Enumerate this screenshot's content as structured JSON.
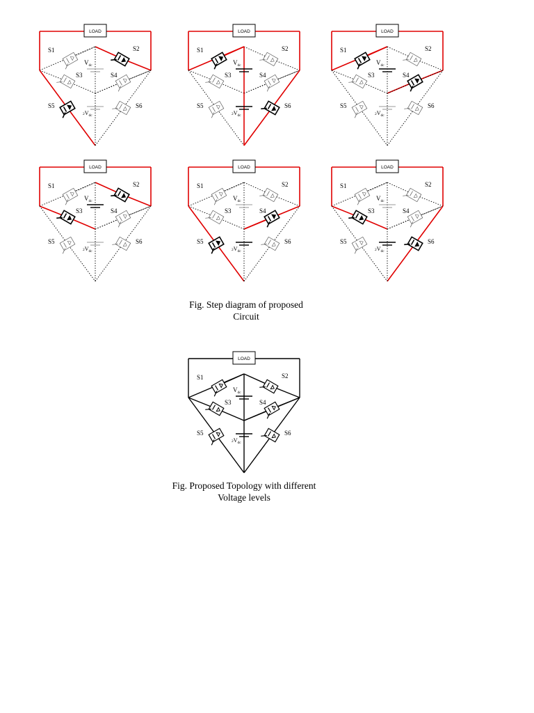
{
  "colors": {
    "active": "#e00000",
    "wire": "#000000",
    "box": "#bfbfbf"
  },
  "labels": {
    "load": "LOAD",
    "s1": "S1",
    "s2": "S2",
    "s3": "S3",
    "s4": "S4",
    "s5": "S5",
    "s6": "S6",
    "vdc_main": "V",
    "vdc_sub": "dc",
    "v2_prefix": "2",
    "v2_main": "V",
    "v2_sub": "dc"
  },
  "step_diagrams": [
    {
      "label": "step-1",
      "active_switches": [
        "S2",
        "S5"
      ],
      "active_sources": [],
      "red_wires": [
        "load-left",
        "load-right",
        "load-top",
        "left-lower",
        "s2-to-right-corner",
        "s5-to-bottom",
        "s2-to-center"
      ]
    },
    {
      "label": "step-2",
      "active_switches": [
        "S1",
        "S6"
      ],
      "active_sources": [
        "Vdc",
        "2Vdc"
      ],
      "red_wires": [
        "load-left",
        "load-right",
        "load-top",
        "left-upper",
        "s1-to-center",
        "vertical-source",
        "s6-to-bottom",
        "right-lower"
      ]
    },
    {
      "label": "step-3",
      "active_switches": [
        "S1",
        "S4"
      ],
      "active_sources": [
        "Vdc"
      ],
      "red_wires": [
        "load-left",
        "load-right",
        "load-top",
        "left-upper",
        "s1-to-center",
        "s4-to-center",
        "s4-to-right-corner"
      ]
    },
    {
      "label": "step-4",
      "active_switches": [
        "S2",
        "S3"
      ],
      "active_sources": [
        "Vdc"
      ],
      "red_wires": [
        "load-left",
        "load-right",
        "load-top",
        "s2-to-right-corner",
        "s2-to-center",
        "s3-to-center",
        "s3-to-left-corner"
      ]
    },
    {
      "label": "step-5",
      "active_switches": [
        "S4",
        "S5"
      ],
      "active_sources": [
        "2Vdc"
      ],
      "red_wires": [
        "load-left",
        "load-right",
        "load-top",
        "right-upper",
        "s4-to-center",
        "left-lower",
        "s5-to-bottom"
      ]
    },
    {
      "label": "step-6",
      "active_switches": [
        "S3",
        "S6"
      ],
      "active_sources": [
        "2Vdc"
      ],
      "red_wires": [
        "load-left",
        "load-right",
        "load-top",
        "s3-to-left-corner",
        "s3-to-center",
        "s6-to-bottom",
        "right-lower"
      ]
    }
  ],
  "captions": {
    "steps_line1": "Fig. Step diagram of proposed",
    "steps_line2": "Circuit",
    "topology_line1": "Fig. Proposed Topology with different",
    "topology_line2": "Voltage levels"
  }
}
